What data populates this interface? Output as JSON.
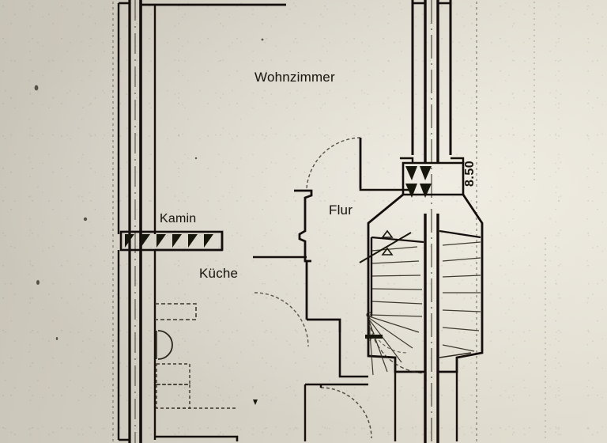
{
  "document": {
    "type": "architectural-floor-plan",
    "medium": "photograph-of-printed-plan",
    "language": "de"
  },
  "labels": {
    "living_room": "Wohnzimmer",
    "kitchen": "Küche",
    "hall": "Flur",
    "fireplace": "Kamin"
  },
  "dimensions": {
    "right_vertical": "8.50"
  },
  "colors": {
    "paper": "#d4d0c4",
    "ink": "#1b1813",
    "wall": "#14110d",
    "thin_line": "#3a352c"
  },
  "features": {
    "stair": "winder-staircase",
    "chimney": "flue-stack-four-ducts",
    "fireplace_hatch_count": 6,
    "doors": 4
  }
}
